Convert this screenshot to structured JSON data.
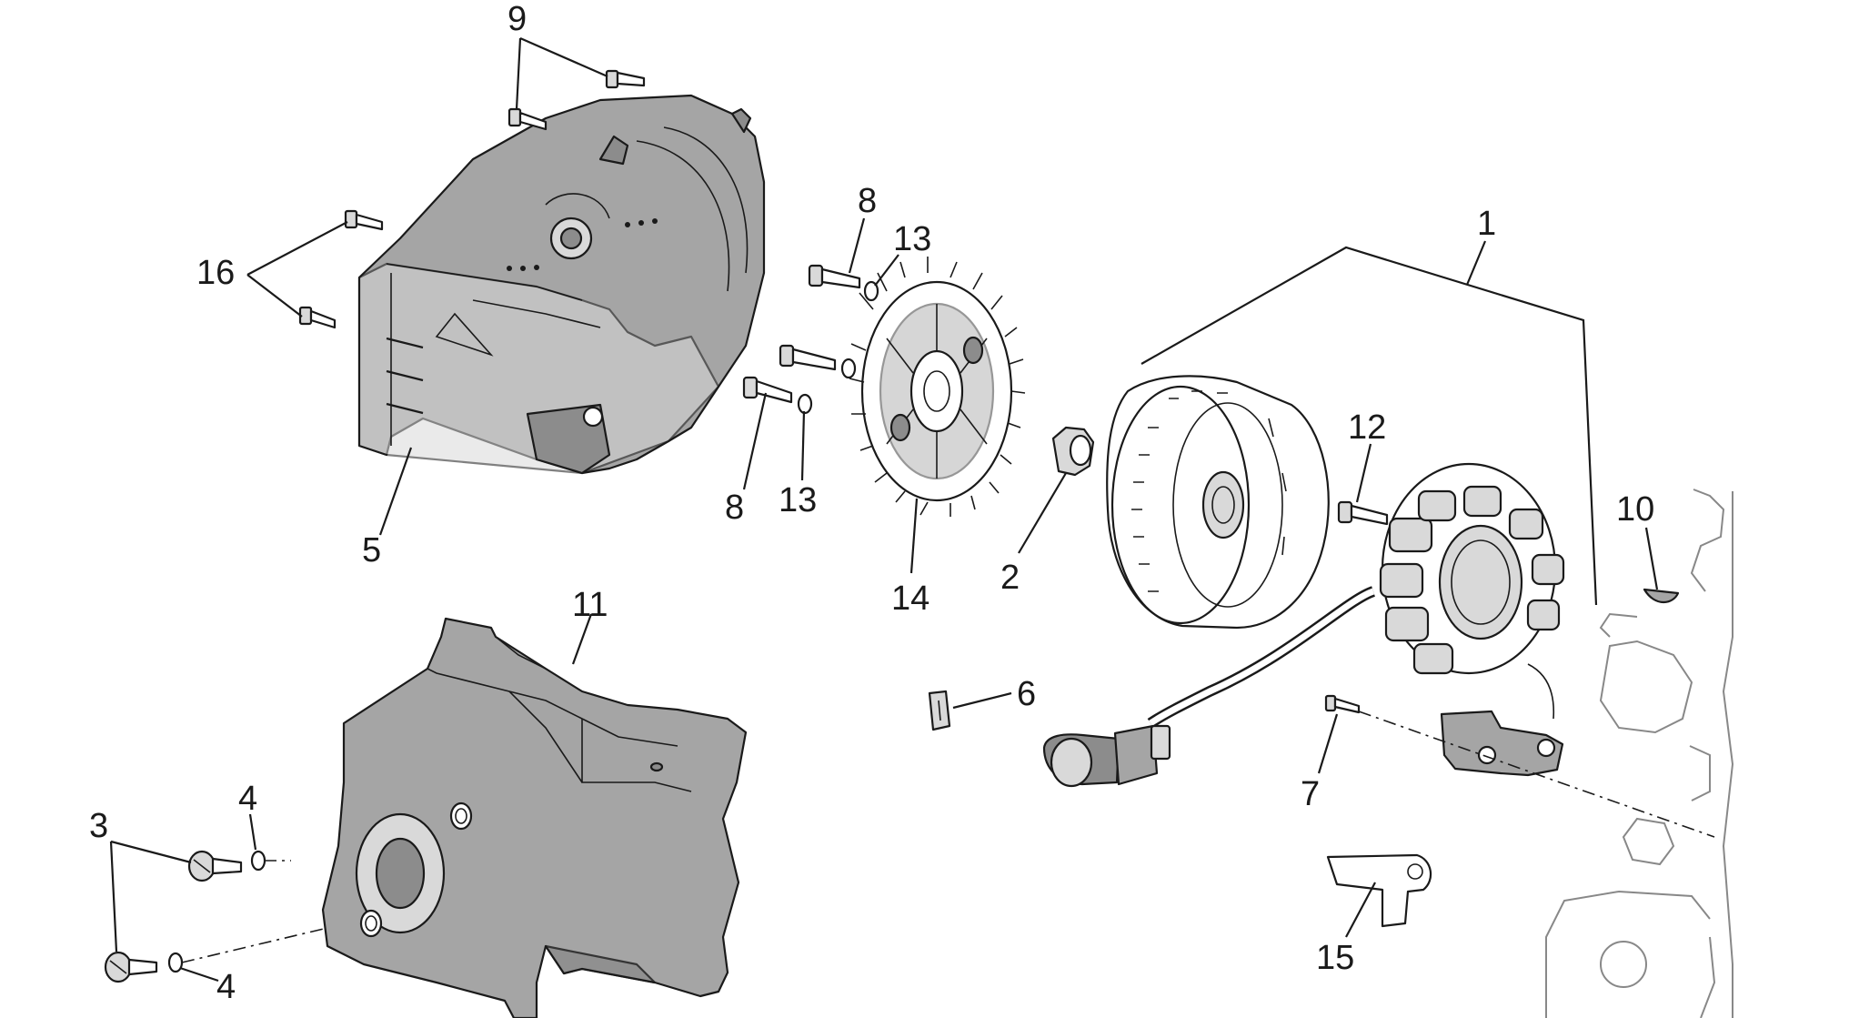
{
  "callouts": {
    "c1": "1",
    "c2": "2",
    "c3": "3",
    "c4a": "4",
    "c4b": "4",
    "c5": "5",
    "c6": "6",
    "c7": "7",
    "c8a": "8",
    "c8b": "8",
    "c9": "9",
    "c10": "10",
    "c11": "11",
    "c12": "12",
    "c13a": "13",
    "c13b": "13",
    "c14": "14",
    "c15": "15",
    "c16": "16"
  },
  "colors": {
    "background": "#ffffff",
    "part_fill": "#a5a5a5",
    "outline": "#1a1a1a",
    "engine_ghost": "#888888"
  }
}
